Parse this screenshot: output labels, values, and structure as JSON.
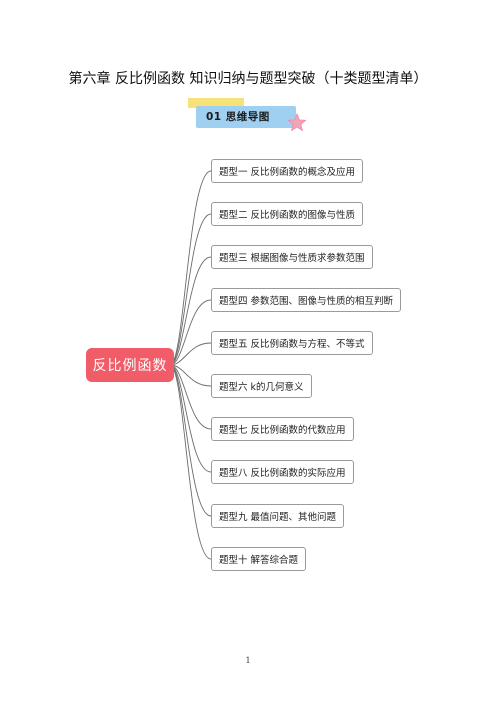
{
  "document": {
    "title": "第六章  反比例函数  知识归纳与题型突破（十类题型清单）",
    "section_label": "01   思维导图",
    "page_number": "1"
  },
  "mindmap": {
    "center_label": "反比例函数",
    "center_color": "#f05c68",
    "branches": [
      {
        "label": "题型一 反比例函数的概念及应用"
      },
      {
        "label": "题型二 反比例函数的图像与性质"
      },
      {
        "label": "题型三 根据图像与性质求参数范围"
      },
      {
        "label": "题型四 参数范围、图像与性质的相互判断"
      },
      {
        "label": "题型五 反比例函数与方程、不等式"
      },
      {
        "label": "题型六 k的几何意义"
      },
      {
        "label": "题型七 反比例函数的代数应用"
      },
      {
        "label": "题型八 反比例函数的实际应用"
      },
      {
        "label": "题型九 最值问题、其他问题"
      },
      {
        "label": "题型十 解答综合题"
      }
    ]
  }
}
